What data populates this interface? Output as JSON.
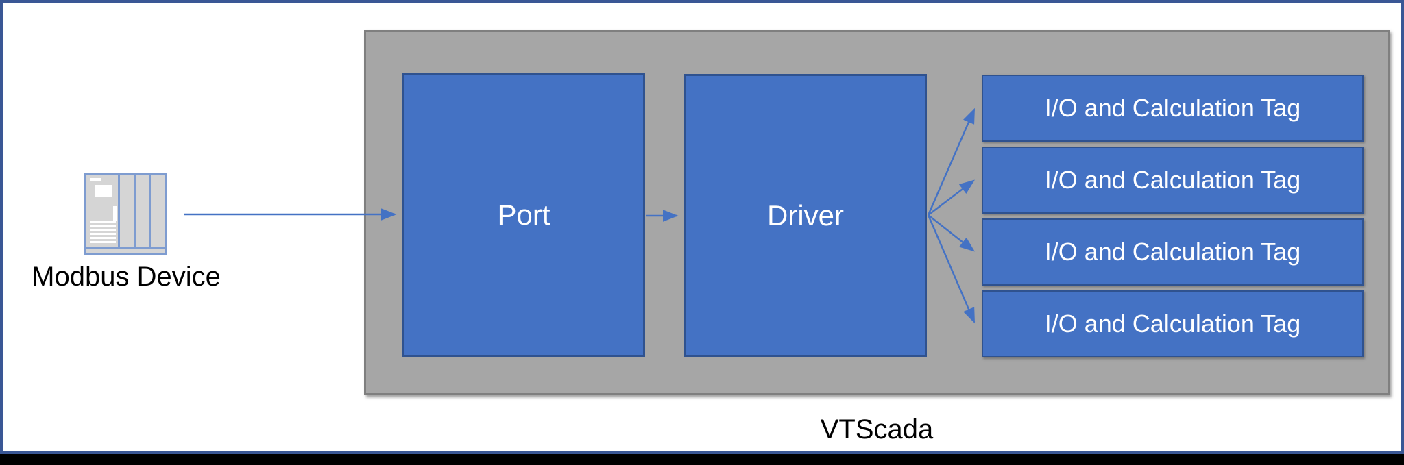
{
  "diagram": {
    "device": {
      "label": "Modbus Device"
    },
    "container": {
      "label": "VTScada"
    },
    "nodes": {
      "port": {
        "label": "Port"
      },
      "driver": {
        "label": "Driver"
      }
    },
    "tags": [
      {
        "label": "I/O and Calculation Tag"
      },
      {
        "label": "I/O and Calculation Tag"
      },
      {
        "label": "I/O and Calculation Tag"
      },
      {
        "label": "I/O and Calculation Tag"
      }
    ],
    "colors": {
      "frame_border": "#3A5795",
      "box_fill": "#4472C4",
      "box_border": "#2F528F",
      "box_text_color": "#FFFFFF",
      "container_fill": "#A6A6A6",
      "container_border": "#7F7F7F",
      "arrow_color": "#4472C4",
      "device_outline": "#7E9CD0",
      "device_fill": "#D5D5D5",
      "label_color": "#000000",
      "bottom_bar_color": "#000000"
    }
  }
}
